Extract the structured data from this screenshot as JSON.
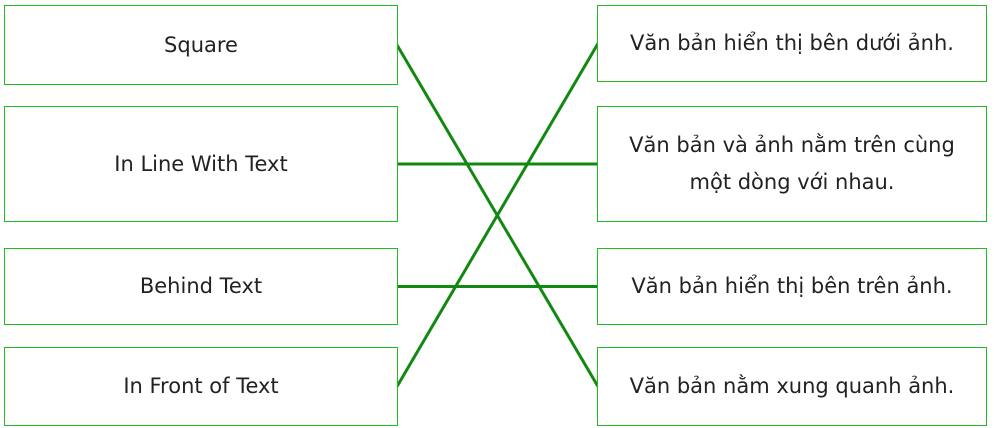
{
  "left_items": [
    {
      "label": "Square"
    },
    {
      "label": "In Line With Text"
    },
    {
      "label": "Behind Text"
    },
    {
      "label": "In Front of Text"
    }
  ],
  "right_items": [
    {
      "label": "Văn bản hiển thị bên dưới ảnh."
    },
    {
      "label": "Văn bản và ảnh nằm trên cùng một dòng với nhau."
    },
    {
      "label": "Văn bản hiển thị bên trên ảnh."
    },
    {
      "label": "Văn bản nằm xung quanh ảnh."
    }
  ],
  "connections": [
    {
      "from": 0,
      "to": 3
    },
    {
      "from": 1,
      "to": 1
    },
    {
      "from": 2,
      "to": 2
    },
    {
      "from": 3,
      "to": 0
    }
  ],
  "colors": {
    "box_border": "#22bb22",
    "connector": "#118811"
  }
}
